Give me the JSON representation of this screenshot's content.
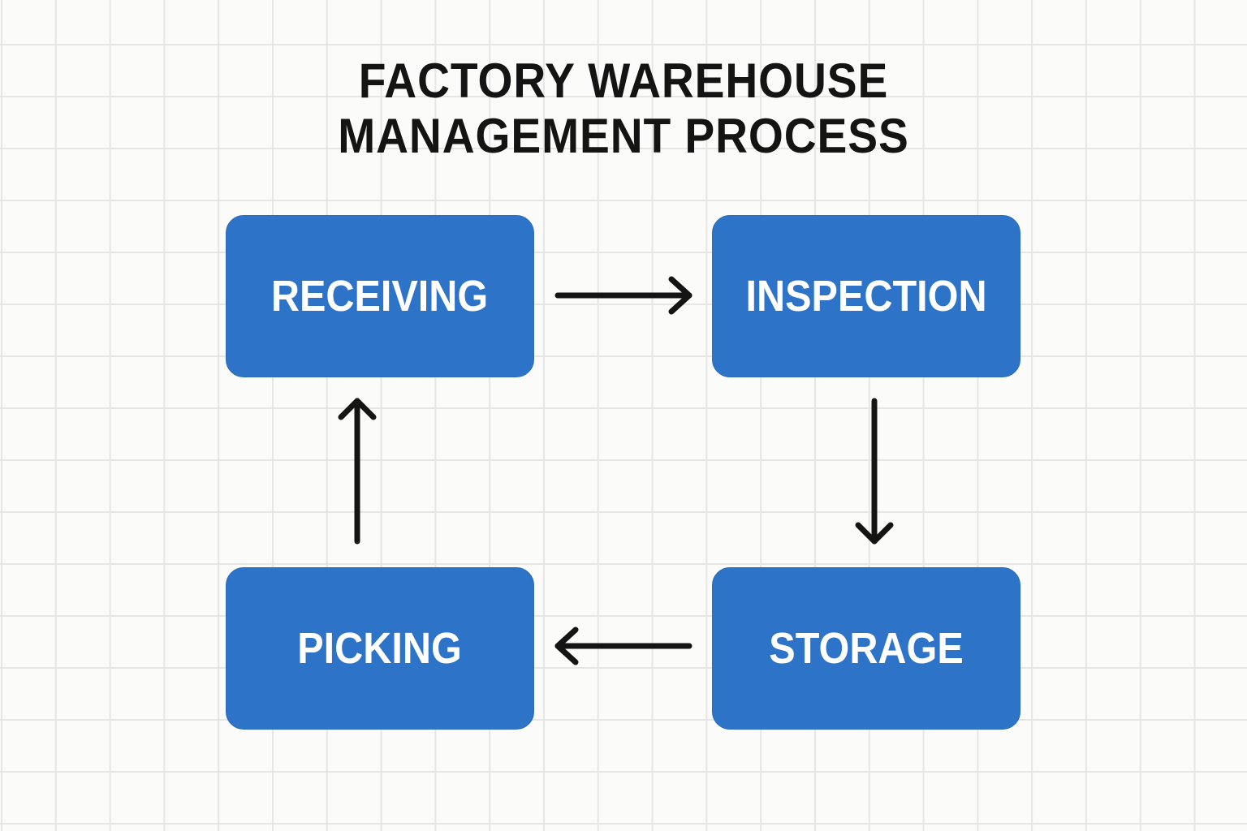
{
  "title": {
    "line1": "FACTORY WAREHOUSE",
    "line2": "MANAGEMENT PROCESS"
  },
  "colors": {
    "box_fill": "#2d74c9",
    "box_text": "#ffffff",
    "arrow": "#141414",
    "background": "#fbfbf9",
    "grid": "#e6e6e4"
  },
  "steps": [
    {
      "id": "receiving",
      "label": "RECEIVING"
    },
    {
      "id": "inspection",
      "label": "INSPECTION"
    },
    {
      "id": "storage",
      "label": "STORAGE"
    },
    {
      "id": "picking",
      "label": "PICKING"
    }
  ],
  "flows": [
    {
      "from": "receiving",
      "to": "inspection",
      "direction": "right"
    },
    {
      "from": "inspection",
      "to": "storage",
      "direction": "down"
    },
    {
      "from": "storage",
      "to": "picking",
      "direction": "left"
    },
    {
      "from": "picking",
      "to": "receiving",
      "direction": "up"
    }
  ]
}
